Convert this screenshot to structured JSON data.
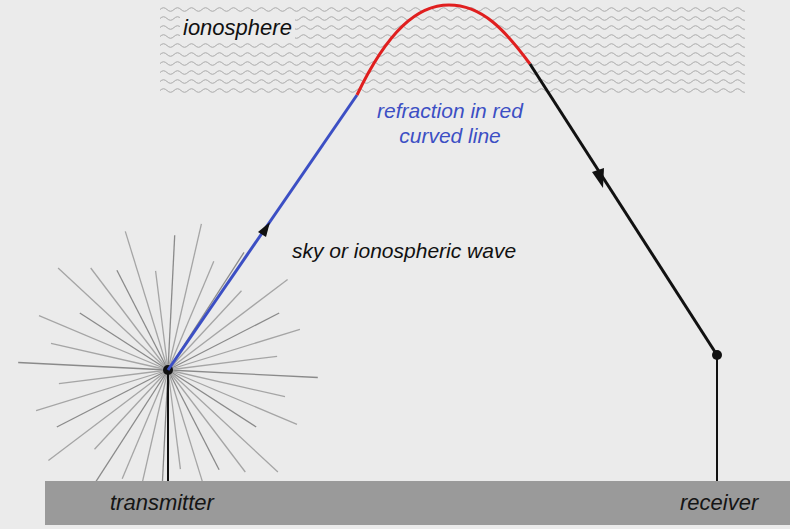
{
  "diagram": {
    "nodes": [
      {
        "text": [
          "ionosphere"
        ]
      },
      {
        "text": [
          "transmitter",
          "receiver"
        ]
      }
    ],
    "labels": [
      "refraction in red curved line",
      "sky or ionospheric wave"
    ]
  }
}
